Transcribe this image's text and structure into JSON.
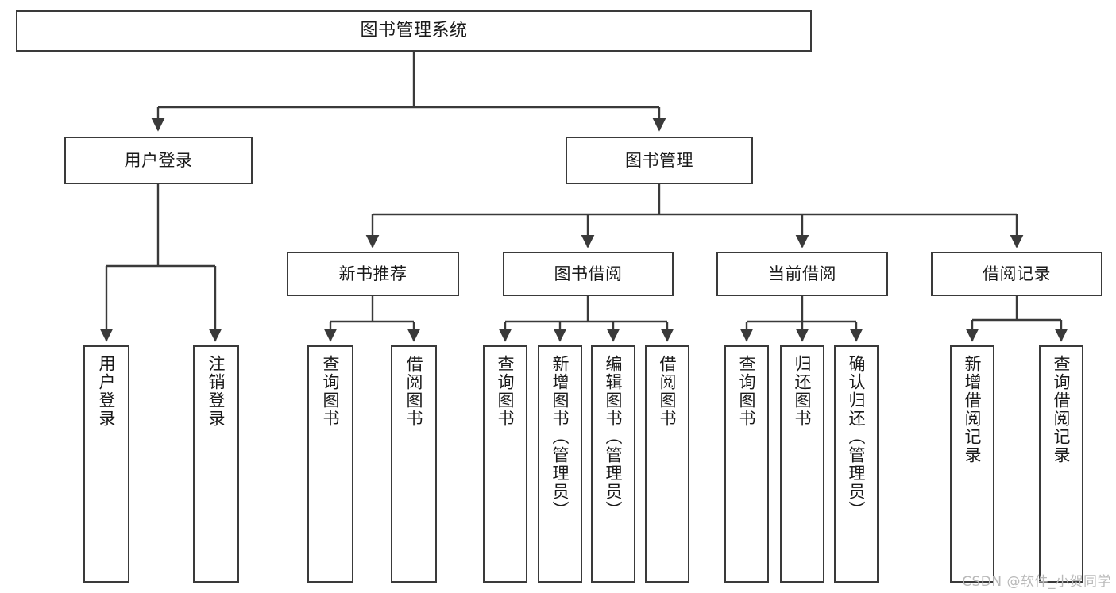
{
  "diagram": {
    "title": "图书管理系统",
    "type": "hierarchy-tree",
    "root": {
      "id": "root",
      "label": "图书管理系统"
    },
    "level1": [
      {
        "id": "user-login",
        "label": "用户登录"
      },
      {
        "id": "book-manage",
        "label": "图书管理"
      }
    ],
    "level2": [
      {
        "id": "new-book-recommend",
        "label": "新书推荐",
        "parent": "book-manage"
      },
      {
        "id": "book-borrow",
        "label": "图书借阅",
        "parent": "book-manage"
      },
      {
        "id": "current-borrow",
        "label": "当前借阅",
        "parent": "book-manage"
      },
      {
        "id": "borrow-record",
        "label": "借阅记录",
        "parent": "book-manage"
      }
    ],
    "leaves": [
      {
        "id": "leaf-user-login",
        "label": "用户登录",
        "parent": "user-login"
      },
      {
        "id": "leaf-logout-login",
        "label": "注销登录",
        "parent": "user-login"
      },
      {
        "id": "leaf-query-book-1",
        "label": "查询图书",
        "parent": "new-book-recommend"
      },
      {
        "id": "leaf-borrow-book-1",
        "label": "借阅图书",
        "parent": "new-book-recommend"
      },
      {
        "id": "leaf-query-book-2",
        "label": "查询图书",
        "parent": "book-borrow"
      },
      {
        "id": "leaf-add-book",
        "label": "新增图书（管理员）",
        "parent": "book-borrow"
      },
      {
        "id": "leaf-edit-book",
        "label": "编辑图书（管理员）",
        "parent": "book-borrow"
      },
      {
        "id": "leaf-borrow-book-2",
        "label": "借阅图书",
        "parent": "book-borrow"
      },
      {
        "id": "leaf-query-book-3",
        "label": "查询图书",
        "parent": "current-borrow"
      },
      {
        "id": "leaf-return-book",
        "label": "归还图书",
        "parent": "current-borrow"
      },
      {
        "id": "leaf-confirm-return",
        "label": "确认归还（管理员）",
        "parent": "current-borrow"
      },
      {
        "id": "leaf-add-record",
        "label": "新增借阅记录",
        "parent": "borrow-record"
      },
      {
        "id": "leaf-query-record",
        "label": "查询借阅记录",
        "parent": "borrow-record"
      }
    ],
    "colors": {
      "border": "#3a3a3a",
      "background": "#ffffff",
      "text": "#1a1a1a",
      "watermark": "#b9b9b9"
    }
  },
  "watermark": {
    "text": "CSDN @软件_小贺同学"
  }
}
